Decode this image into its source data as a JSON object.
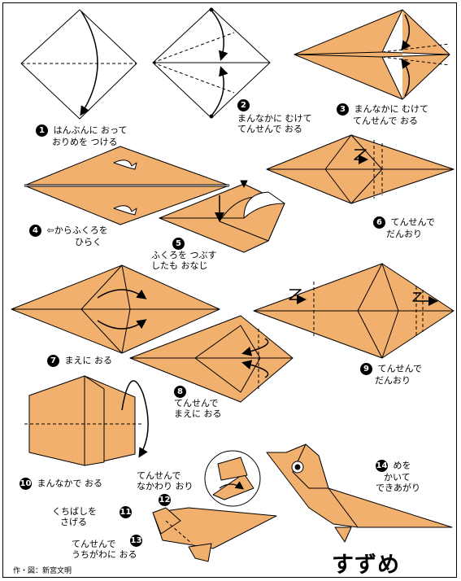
{
  "title": "すずめ",
  "credit": "作・図：新宮文明",
  "colors": {
    "paper": "#F2B06E",
    "line": "#000000"
  },
  "steps": [
    {
      "num": "1",
      "lines": [
        "はんぶんに おって",
        "おりめを つける"
      ]
    },
    {
      "num": "2",
      "lines": [
        "まんなかに むけて",
        "てんせんで おる"
      ]
    },
    {
      "num": "3",
      "lines": [
        "まんなかに むけて",
        "てんせんで おる"
      ]
    },
    {
      "num": "4",
      "lines": [
        "⇦からふくろを",
        "ひらく"
      ]
    },
    {
      "num": "5",
      "lines": [
        "ふくろを つぶす",
        "したも おなじ"
      ]
    },
    {
      "num": "6",
      "lines": [
        "てんせんで",
        "だんおり"
      ]
    },
    {
      "num": "7",
      "lines": [
        "まえに おる"
      ]
    },
    {
      "num": "8",
      "lines": [
        "てんせんで",
        "まえに おる"
      ]
    },
    {
      "num": "9",
      "lines": [
        "てんせんで",
        "だんおり"
      ]
    },
    {
      "num": "10",
      "lines": [
        "まんなかで おる"
      ]
    },
    {
      "num": "11",
      "lines": [
        "くちばしを",
        "さげる"
      ]
    },
    {
      "num": "12",
      "lines": [
        "てんせんで",
        "なかわり おり"
      ]
    },
    {
      "num": "13",
      "lines": [
        "てんせんで",
        "うちがわに おる"
      ]
    },
    {
      "num": "14",
      "lines": [
        "めを",
        "かいて",
        "できあがり"
      ]
    }
  ]
}
